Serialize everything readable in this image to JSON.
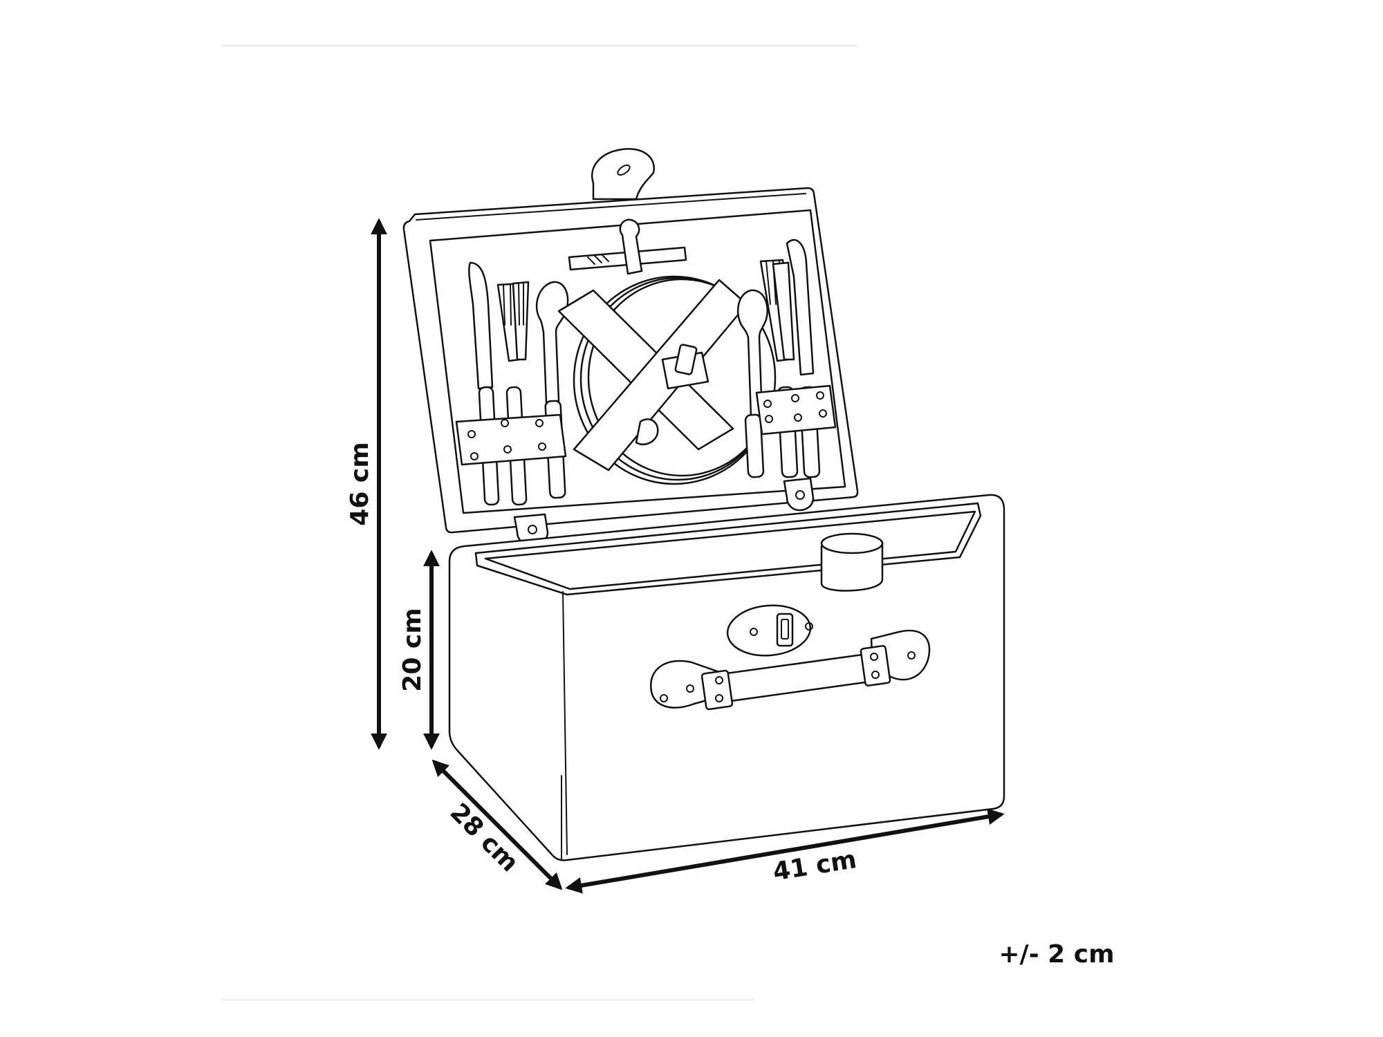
{
  "diagram": {
    "subject": "picnic basket",
    "dimensions": {
      "height_total": "46 cm",
      "height_base": "20 cm",
      "depth": "28 cm",
      "width": "41 cm"
    },
    "tolerance": "+/- 2 cm"
  }
}
